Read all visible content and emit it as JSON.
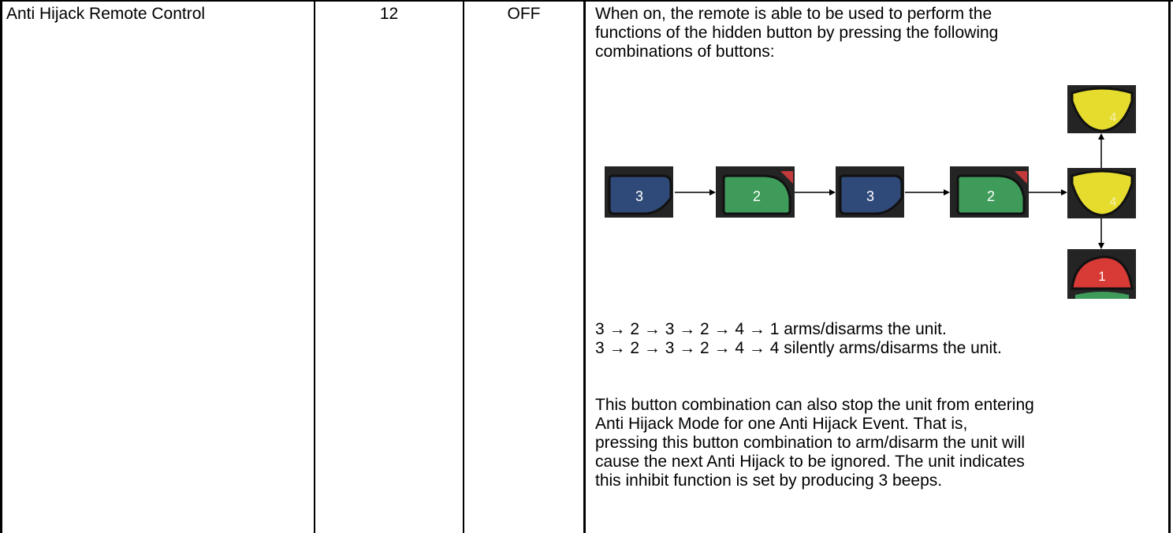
{
  "row": {
    "setting_name": "Anti Hijack Remote Control",
    "number": "12",
    "default": "OFF",
    "description": {
      "intro_lines": [
        "When on, the remote is able to be used to perform the",
        "functions of the hidden button by pressing the following",
        "combinations of buttons:"
      ],
      "sequence_lines": [
        "3 → 2 → 3 → 2 → 4 → 1 arms/disarms the unit.",
        "3 → 2 → 3 → 2 → 4 → 4 silently arms/disarms the unit."
      ],
      "note_lines": [
        "This button combination can also stop the unit from entering",
        "Anti Hijack Mode for one Anti Hijack Event.  That is,",
        "pressing this button combination to arm/disarm the unit will",
        "cause the next Anti Hijack to be ignored.  The unit indicates",
        "this inhibit function is set by producing 3 beeps."
      ]
    }
  },
  "diagram": {
    "buttons": [
      {
        "label": "3",
        "color": "#2f4a78"
      },
      {
        "label": "2",
        "color": "#3f9b5a"
      },
      {
        "label": "3",
        "color": "#2f4a78"
      },
      {
        "label": "2",
        "color": "#3f9b5a"
      },
      {
        "label": "4",
        "color": "#e6dc2e"
      },
      {
        "label": "4",
        "color": "#e6dc2e"
      },
      {
        "label": "1",
        "color": "#d83a36"
      }
    ]
  }
}
